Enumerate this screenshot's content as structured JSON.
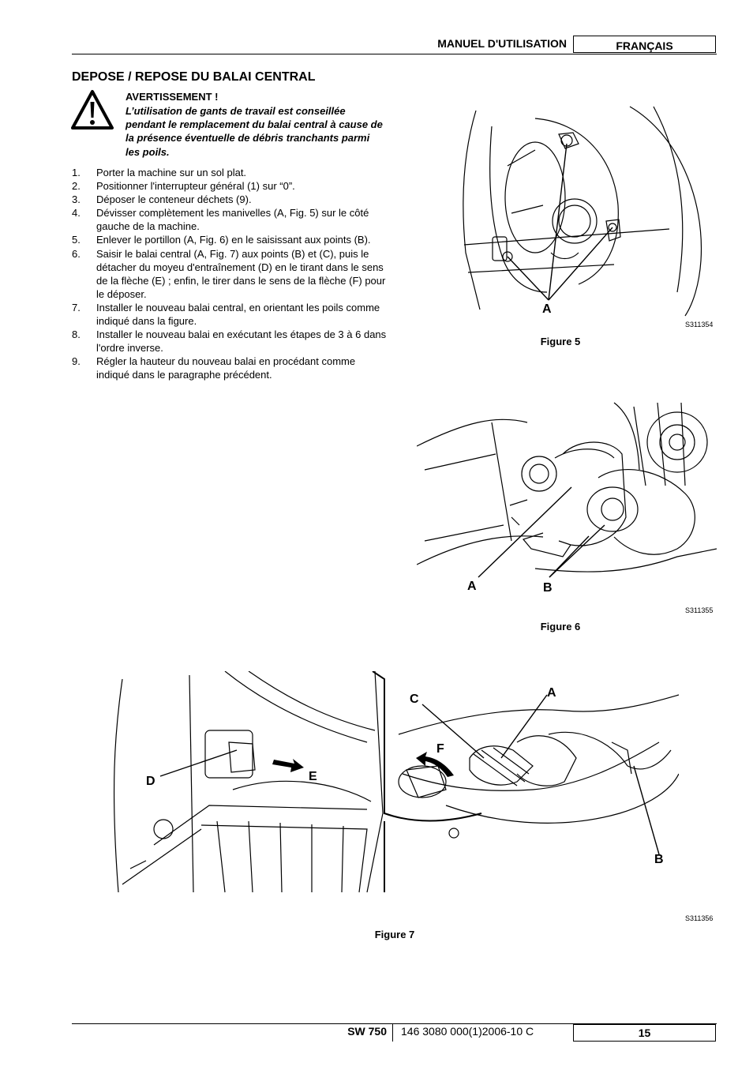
{
  "header": {
    "manual_title": "MANUEL D'UTILISATION",
    "language": "FRANÇAIS"
  },
  "section": {
    "title": "DEPOSE / REPOSE DU BALAI CENTRAL",
    "warning_title": "AVERTISSEMENT !",
    "warning_text": "L’utilisation de gants de travail est conseillée pendant le remplacement du balai central à cause de la présence éventuelle de débris tranchants parmi les poils.",
    "warning_icon": "warning-triangle-icon"
  },
  "steps": [
    {
      "num": "1.",
      "text": "Porter la machine sur un sol plat."
    },
    {
      "num": "2.",
      "text": "Positionner l'interrupteur général (1) sur “0”."
    },
    {
      "num": "3.",
      "text": "Déposer le conteneur déchets (9)."
    },
    {
      "num": "4.",
      "text": "Dévisser complètement les manivelles (A, Fig. 5) sur le côté gauche de la machine."
    },
    {
      "num": "5.",
      "text": "Enlever le portillon (A, Fig. 6) en le saisissant aux points (B)."
    },
    {
      "num": "6.",
      "text": "Saisir le balai central (A, Fig. 7) aux points (B) et (C), puis le détacher du moyeu d'entraînement (D) en le tirant dans le sens de la flèche (E) ; enfin, le tirer dans le sens de la flèche (F) pour le déposer."
    },
    {
      "num": "7.",
      "text": "Installer le nouveau balai central, en orientant les poils comme indiqué dans la figure."
    },
    {
      "num": "8.",
      "text": "Installer le nouveau balai en exécutant les étapes de 3 à 6 dans l'ordre inverse."
    },
    {
      "num": "9.",
      "text": "Régler la hauteur du nouveau balai en procédant comme indiqué dans le paragraphe précédent."
    }
  ],
  "figures": {
    "fig5": {
      "caption": "Figure 5",
      "ref": "S311354",
      "labels": {
        "a": "A"
      }
    },
    "fig6": {
      "caption": "Figure 6",
      "ref": "S311355",
      "labels": {
        "a": "A",
        "b": "B"
      }
    },
    "fig7": {
      "caption": "Figure 7",
      "ref": "S311356",
      "labels": {
        "a": "A",
        "b": "B",
        "c": "C",
        "d": "D",
        "e": "E",
        "f": "F"
      }
    }
  },
  "footer": {
    "model": "SW 750",
    "doc_code": "146 3080 000(1)2006-10  C",
    "page": "15"
  }
}
